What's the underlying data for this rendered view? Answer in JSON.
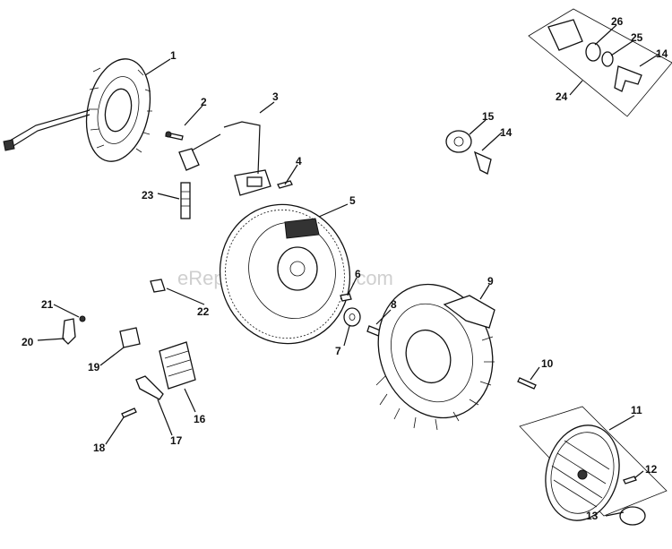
{
  "watermark": "eReplacementParts.com",
  "callouts": [
    {
      "id": "1",
      "label": "1"
    },
    {
      "id": "2",
      "label": "2"
    },
    {
      "id": "3",
      "label": "3"
    },
    {
      "id": "4",
      "label": "4"
    },
    {
      "id": "5",
      "label": "5"
    },
    {
      "id": "6",
      "label": "6"
    },
    {
      "id": "7",
      "label": "7"
    },
    {
      "id": "8",
      "label": "8"
    },
    {
      "id": "9",
      "label": "9"
    },
    {
      "id": "10",
      "label": "10"
    },
    {
      "id": "11",
      "label": "11"
    },
    {
      "id": "12",
      "label": "12"
    },
    {
      "id": "13",
      "label": "13"
    },
    {
      "id": "14a",
      "label": "14"
    },
    {
      "id": "14b",
      "label": "14"
    },
    {
      "id": "15",
      "label": "15"
    },
    {
      "id": "16",
      "label": "16"
    },
    {
      "id": "17",
      "label": "17"
    },
    {
      "id": "18",
      "label": "18"
    },
    {
      "id": "19",
      "label": "19"
    },
    {
      "id": "20",
      "label": "20"
    },
    {
      "id": "21",
      "label": "21"
    },
    {
      "id": "22",
      "label": "22"
    },
    {
      "id": "23",
      "label": "23"
    },
    {
      "id": "24",
      "label": "24"
    },
    {
      "id": "25",
      "label": "25"
    },
    {
      "id": "26",
      "label": "26"
    }
  ]
}
